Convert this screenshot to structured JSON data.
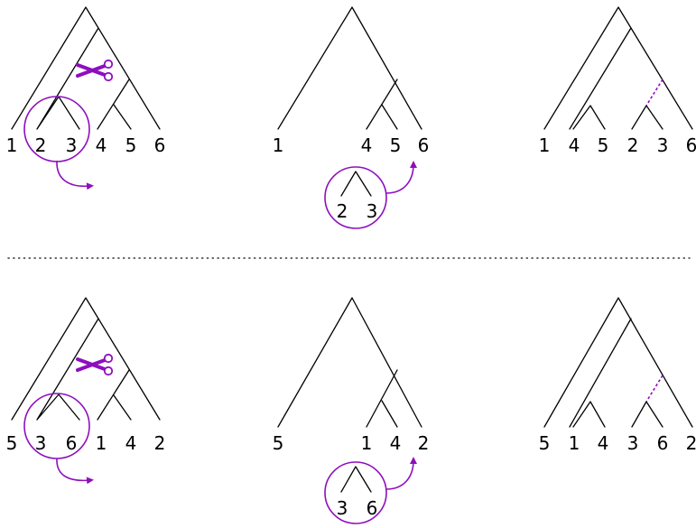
{
  "accent_color": "#8e0fbd",
  "icons": [
    "scissors-icon",
    "curved-arrow-icon"
  ],
  "rows": [
    {
      "panel1": {
        "labels": [
          "1",
          "2",
          "3",
          "4",
          "5",
          "6"
        ]
      },
      "panel2": {
        "labels": [
          "1",
          "4",
          "5",
          "6"
        ],
        "pruned": [
          "2",
          "3"
        ]
      },
      "panel3": {
        "labels": [
          "1",
          "4",
          "5",
          "2",
          "3",
          "6"
        ]
      }
    },
    {
      "panel1": {
        "labels": [
          "5",
          "3",
          "6",
          "1",
          "4",
          "2"
        ]
      },
      "panel2": {
        "labels": [
          "5",
          "1",
          "4",
          "2"
        ],
        "pruned": [
          "3",
          "6"
        ]
      },
      "panel3": {
        "labels": [
          "5",
          "1",
          "4",
          "3",
          "6",
          "2"
        ]
      }
    }
  ]
}
